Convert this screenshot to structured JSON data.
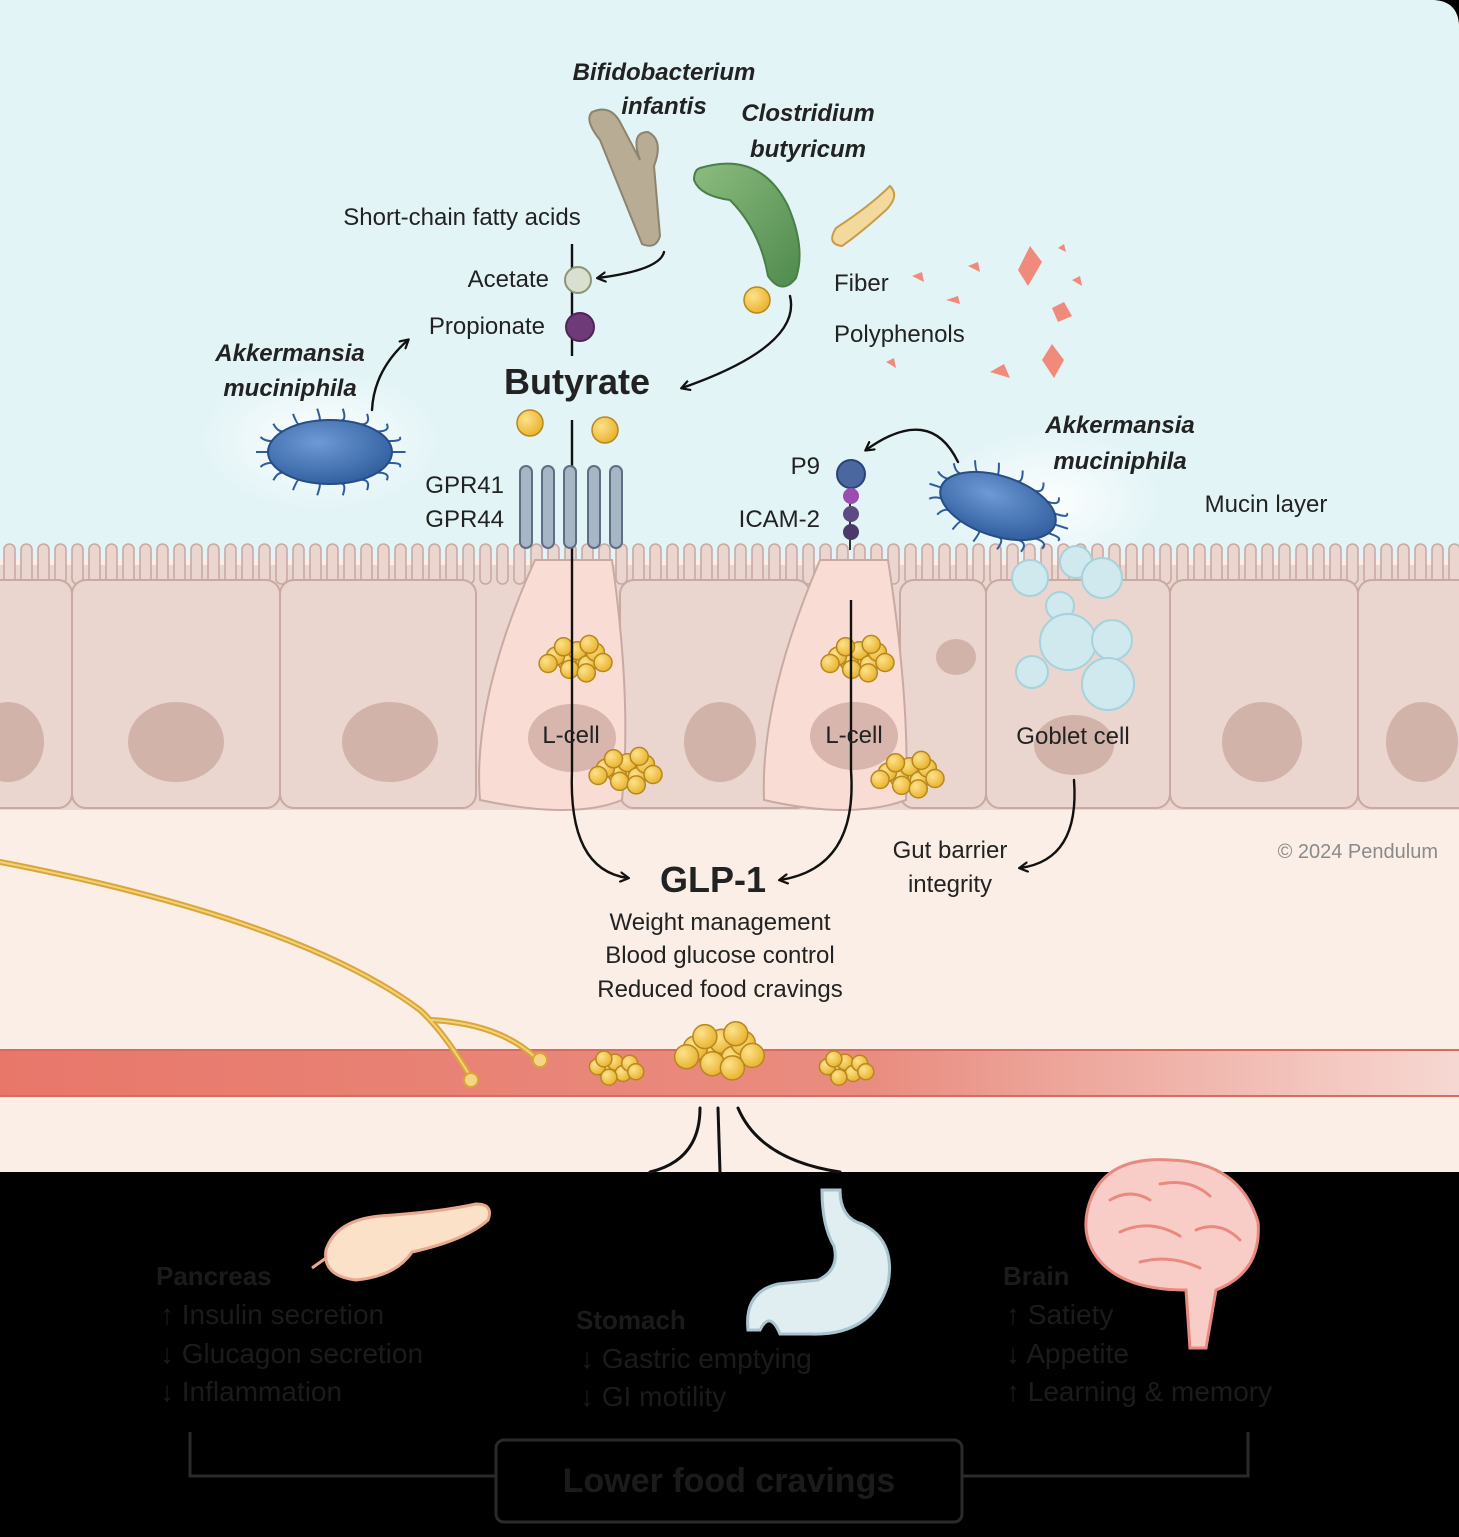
{
  "bacteria": {
    "bifido_line1": "Bifidobacterium",
    "bifido_line2": "infantis",
    "clostridium_line1": "Clostridium",
    "clostridium_line2": "butyricum",
    "akk_left_line1": "Akkermansia",
    "akk_left_line2": "muciniphila",
    "akk_right_line1": "Akkermansia",
    "akk_right_line2": "muciniphila"
  },
  "molecules": {
    "scfa": "Short-chain fatty acids",
    "acetate": "Acetate",
    "propionate": "Propionate",
    "butyrate": "Butyrate",
    "fiber": "Fiber",
    "polyphenols": "Polyphenols",
    "gpr41": "GPR41",
    "gpr44": "GPR44",
    "p9": "P9",
    "icam2": "ICAM-2",
    "mucin": "Mucin layer"
  },
  "cells": {
    "lcell_left": "L-cell",
    "lcell_right": "L-cell",
    "goblet": "Goblet cell"
  },
  "outcomes": {
    "glp1": "GLP-1",
    "glp1_effects": [
      "Weight management",
      "Blood glucose control",
      "Reduced food cravings"
    ],
    "barrier_line1": "Gut barrier",
    "barrier_line2": "integrity",
    "copyright": "© 2024 Pendulum"
  },
  "organs": {
    "pancreas": {
      "title": "Pancreas",
      "items": [
        "↑  Insulin secretion",
        "↓  Glucagon secretion",
        "↓  Inflammation"
      ]
    },
    "stomach": {
      "title": "Stomach",
      "items": [
        "↓  Gastric emptying",
        "↓  GI motility"
      ]
    },
    "brain": {
      "title": "Brain",
      "items": [
        "↑  Satiety",
        "↓  Appetite",
        "↑  Learning & memory"
      ]
    },
    "summary": "Lower food cravings"
  },
  "colors": {
    "lumen": "#e3f4f7",
    "epithelium": "#ead5cf",
    "lcell": "#f9ddd4",
    "blood_vessel": "#e87b6d",
    "glp1_granule": "#f2c443",
    "bacteria_blue": "#3f6fb0",
    "bacteria_green": "#6aa063"
  }
}
